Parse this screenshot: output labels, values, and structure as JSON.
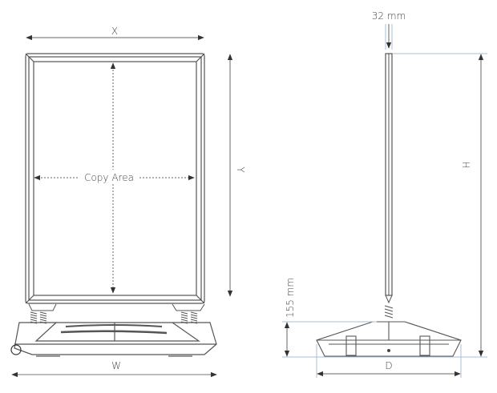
{
  "front_view": {
    "width_top_label": "X",
    "height_label": "Y",
    "copy_area_label": "Copy Area",
    "base_width_label": "W"
  },
  "side_view": {
    "thickness_label": "32 mm",
    "total_height_label": "H",
    "base_height_label": "155 mm",
    "base_depth_label": "D"
  },
  "colors": {
    "line": "#444444",
    "dimension_guide": "#a9bfd6"
  }
}
